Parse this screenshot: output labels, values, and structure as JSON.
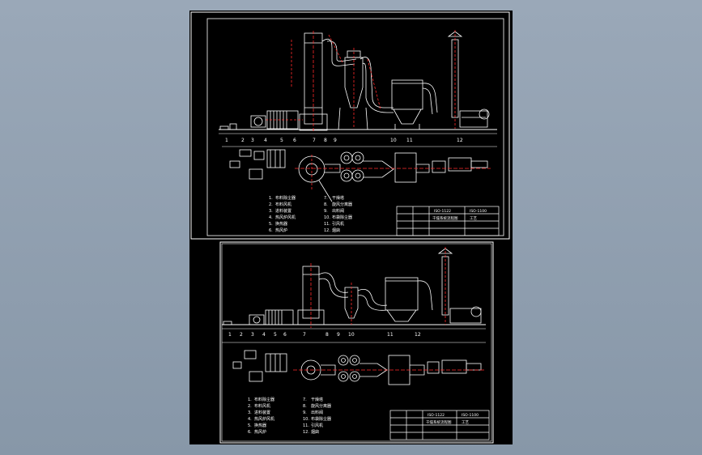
{
  "colors": {
    "background": "#8a9aab",
    "sheet": "#000000",
    "frame": "#ffffff",
    "equipment": "#ffffff",
    "duct": "#ffffff",
    "centerline": "#ff2a2a",
    "annotation": "#ffffff"
  },
  "drawings": [
    {
      "callouts": [
        "1",
        "2",
        "3",
        "4",
        "5",
        "6",
        "7",
        "8",
        "9",
        "10",
        "11",
        "12"
      ],
      "legend": [
        {
          "n": "1.",
          "text": "布料除尘器"
        },
        {
          "n": "2.",
          "text": "布料风机"
        },
        {
          "n": "3.",
          "text": "进料装置"
        },
        {
          "n": "4.",
          "text": "热风炉风机"
        },
        {
          "n": "5.",
          "text": "换热器"
        },
        {
          "n": "6.",
          "text": "热风炉"
        },
        {
          "n": "7.",
          "text": "干燥塔"
        },
        {
          "n": "8.",
          "text": "旋风分离器"
        },
        {
          "n": "9.",
          "text": "出料阀"
        },
        {
          "n": "10.",
          "text": "布袋除尘器"
        },
        {
          "n": "11.",
          "text": "引风机"
        },
        {
          "n": "12.",
          "text": "烟囱"
        }
      ],
      "title_block": {
        "code_a": "ISO-1122",
        "code_b": "ISO-1100",
        "name": "干燥系统流程图",
        "unit": "工艺"
      }
    },
    {
      "callouts": [
        "1",
        "2",
        "3",
        "4",
        "5",
        "6",
        "7",
        "8",
        "9",
        "10",
        "11",
        "12"
      ],
      "legend": [
        {
          "n": "1.",
          "text": "布料除尘器"
        },
        {
          "n": "2.",
          "text": "布料风机"
        },
        {
          "n": "3.",
          "text": "进料装置"
        },
        {
          "n": "4.",
          "text": "热风炉风机"
        },
        {
          "n": "5.",
          "text": "换热器"
        },
        {
          "n": "6.",
          "text": "热风炉"
        },
        {
          "n": "7.",
          "text": "干燥塔"
        },
        {
          "n": "8.",
          "text": "旋风分离器"
        },
        {
          "n": "9.",
          "text": "出料阀"
        },
        {
          "n": "10.",
          "text": "布袋除尘器"
        },
        {
          "n": "11.",
          "text": "引风机"
        },
        {
          "n": "12.",
          "text": "烟囱"
        }
      ],
      "title_block": {
        "code_a": "ISO-1122",
        "code_b": "ISO-1100",
        "name": "干燥系统流程图",
        "unit": "工艺"
      }
    }
  ]
}
